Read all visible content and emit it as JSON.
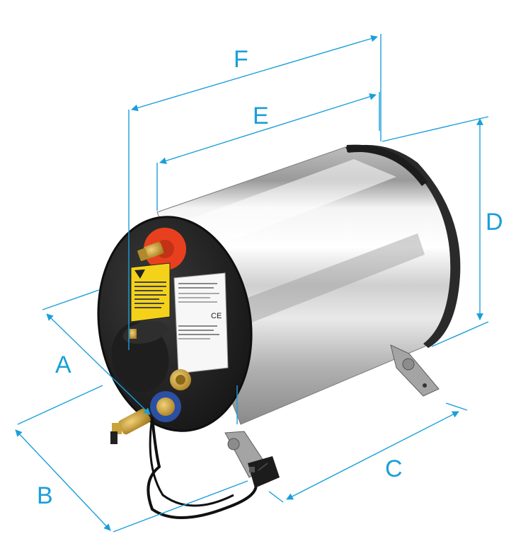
{
  "colors": {
    "dimension_line": "#1a9fd9",
    "tank_steel_light": "#f2f2f2",
    "tank_steel_dark": "#8a8a8a",
    "end_cap": "#262626",
    "hot_outlet_ring": "#e8401e",
    "brass_fitting": "#c9a23a",
    "cold_inlet_ring": "#2b4fa3",
    "label_yellow": "#f5d21a"
  },
  "dimensions": {
    "a": "A",
    "b": "B",
    "c": "C",
    "d": "D",
    "e": "E",
    "f": "F"
  },
  "label_sticker": {
    "ce_mark": "CE"
  },
  "icons": [
    "dimension-arrow",
    "power-plug",
    "ce-mark"
  ]
}
